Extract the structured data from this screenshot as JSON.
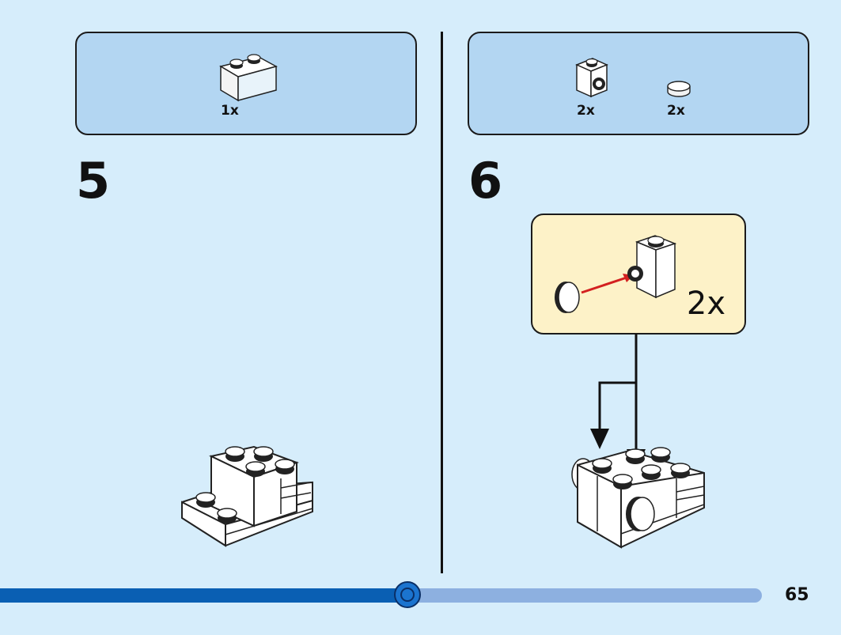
{
  "steps": [
    {
      "number": "5",
      "parts": [
        {
          "name": "brick-1x2",
          "quantity": "1x"
        }
      ]
    },
    {
      "number": "6",
      "parts": [
        {
          "name": "brick-1x1-with-stud-on-side",
          "quantity": "2x"
        },
        {
          "name": "round-tile-1x1",
          "quantity": "2x"
        }
      ],
      "sub_assembly": {
        "multiplier": "2x"
      }
    }
  ],
  "page": {
    "number": "65",
    "progress_fraction": 0.535
  },
  "colors": {
    "background": "#d6edfb",
    "parts_box": "#b3d6f2",
    "callout": "#fdf2c8",
    "progress_fill": "#0a5fb3",
    "progress_track": "#8db0e0",
    "arrow_red": "#d32020"
  }
}
